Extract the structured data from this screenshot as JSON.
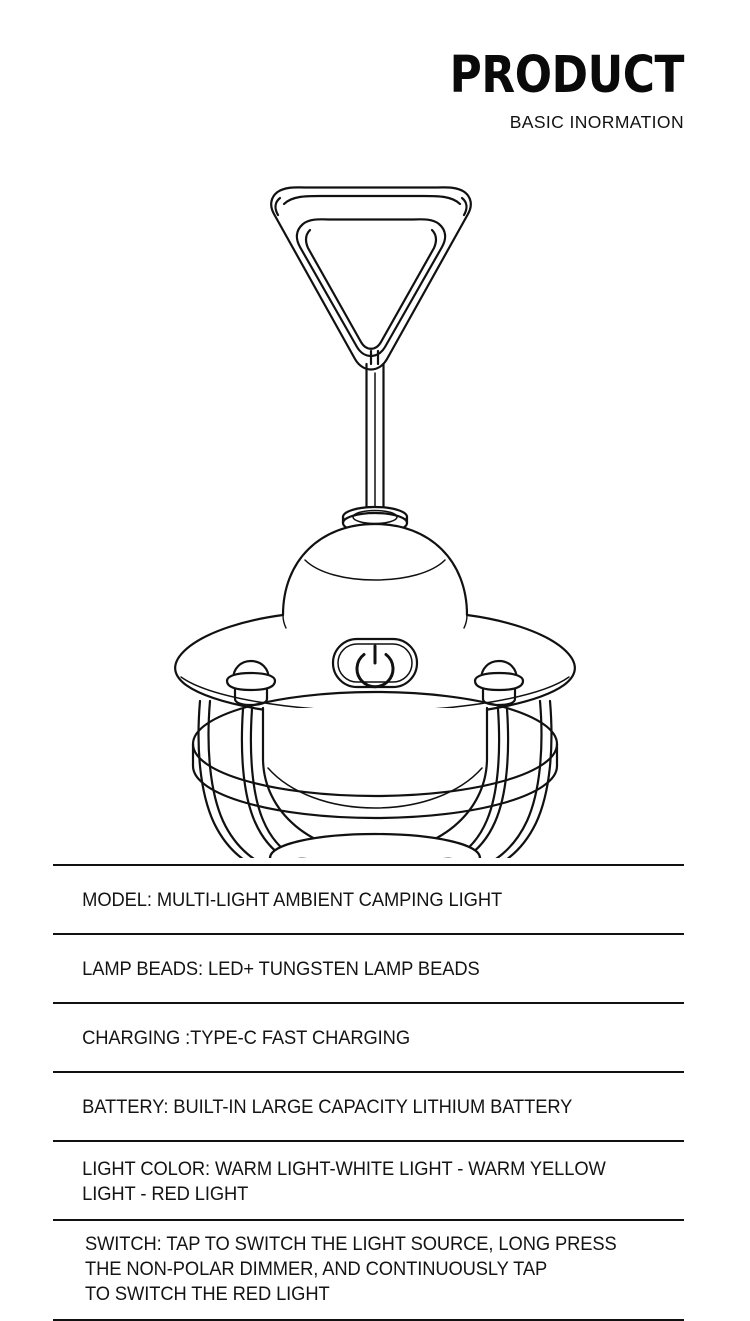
{
  "header": {
    "title": "PRODUCT",
    "subtitle": "BASIC INORMATION"
  },
  "illustration": {
    "name": "camping-lantern-line-drawing",
    "parts": [
      "triangular-hook-handle",
      "stem-rod",
      "stem-collar",
      "dome-top",
      "saucer-brim",
      "power-button",
      "power-icon",
      "left-knob-mount",
      "right-knob-mount",
      "wire-cage",
      "cage-ring-band",
      "inner-globe",
      "base-ring"
    ],
    "stroke_color": "#111111",
    "fill_color": "#ffffff"
  },
  "specs": {
    "rows": [
      {
        "id": "model",
        "text": "MODEL: MULTI-LIGHT AMBIENT CAMPING LIGHT"
      },
      {
        "id": "lamp-beads",
        "text": "LAMP BEADS: LED+ TUNGSTEN LAMP BEADS"
      },
      {
        "id": "charging",
        "text": "CHARGING :TYPE-C FAST CHARGING"
      },
      {
        "id": "battery",
        "text": "BATTERY: BUILT-IN LARGE CAPACITY LITHIUM BATTERY"
      },
      {
        "id": "light-color",
        "text": "LIGHT COLOR: WARM LIGHT-WHITE LIGHT - WARM YELLOW\nLIGHT - RED LIGHT"
      },
      {
        "id": "switch",
        "text": "SWITCH: TAP TO SWITCH THE LIGHT SOURCE, LONG PRESS\nTHE NON-POLAR DIMMER, AND CONTINUOUSLY TAP\nTO SWITCH THE RED LIGHT"
      }
    ]
  }
}
